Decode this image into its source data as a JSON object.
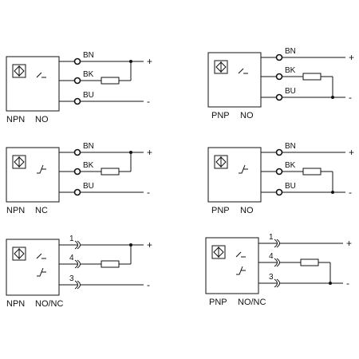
{
  "diagrams": [
    {
      "type": "NPN",
      "mode": "NO",
      "polarity": "npn",
      "switch": "no",
      "wires": [
        "BN",
        "BK",
        "BU"
      ],
      "supply": [
        "+",
        "-"
      ]
    },
    {
      "type": "PNP",
      "mode": "NO",
      "polarity": "pnp",
      "switch": "no",
      "wires": [
        "BN",
        "BK",
        "BU"
      ],
      "supply": [
        "+",
        "-"
      ]
    },
    {
      "type": "NPN",
      "mode": "NC",
      "polarity": "npn",
      "switch": "nc",
      "wires": [
        "BN",
        "BK",
        "BU"
      ],
      "supply": [
        "+",
        "-"
      ]
    },
    {
      "type": "PNP",
      "mode": "NO",
      "polarity": "pnp",
      "switch": "nc",
      "wires": [
        "BN",
        "BK",
        "BU"
      ],
      "supply": [
        "+",
        "-"
      ]
    },
    {
      "type": "NPN",
      "mode": "NO/NC",
      "polarity": "npn",
      "switch": "nonc",
      "wires": [
        "1",
        "4",
        "3"
      ],
      "supply": [
        "+",
        "-"
      ]
    },
    {
      "type": "PNP",
      "mode": "NO/NC",
      "polarity": "pnp",
      "switch": "nonc",
      "wires": [
        "1",
        "4",
        "3"
      ],
      "supply": [
        "+",
        "-"
      ]
    }
  ]
}
